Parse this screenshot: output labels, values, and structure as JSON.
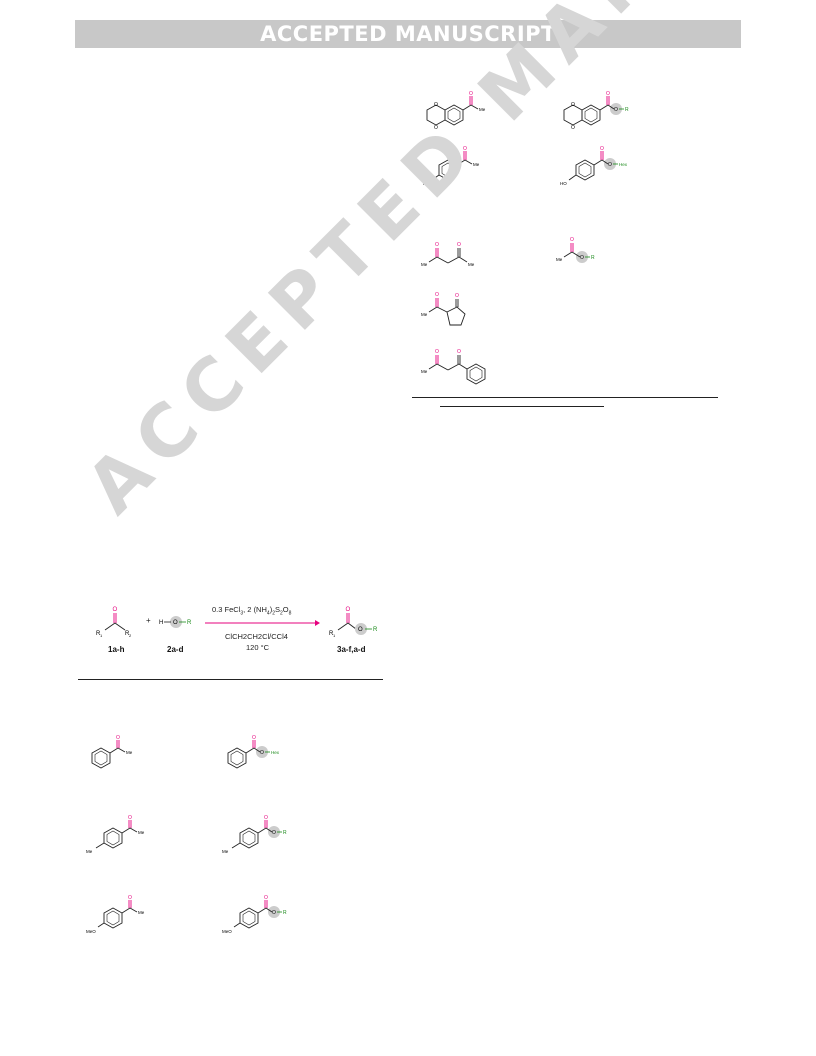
{
  "header": {
    "banner": "ACCEPTED MANUSCRIPT"
  },
  "watermark": {
    "text": "ACCEPTED MANUSCRIPT"
  },
  "scheme": {
    "reactant_ketone": {
      "r1": "R",
      "r1_sub": "1",
      "r2": "R",
      "r2_sub": "2",
      "o": "O"
    },
    "plus": "+",
    "alcohol": {
      "h": "H",
      "o": "O",
      "r": "R"
    },
    "reagents_line1": "0.3 FeCl",
    "reagents_line1b": "3",
    "reagents_line1c": ", 2 (NH",
    "reagents_line1d": "4",
    "reagents_line1e": ")",
    "reagents_line1f": "2",
    "reagents_line1g": "S",
    "reagents_line1h": "2",
    "reagents_line1i": "O",
    "reagents_line1j": "8",
    "solvent": "ClCH2CH2Cl/CCl4",
    "temperature": "120 °C",
    "labels": {
      "ketone": "1a-h",
      "alcohol": "2a-d",
      "product": "3a-f,a-d"
    },
    "product": {
      "r1": "R",
      "r1_sub": "1",
      "o": "O",
      "o2": "O",
      "r": "R"
    }
  },
  "substituents": {
    "me": "Me",
    "hex": "Hex",
    "r": "R",
    "ho": "HO",
    "meo": "MeO",
    "o": "O"
  },
  "colors": {
    "carbonyl": "#e6007e",
    "alkoxy": "#1a8a1a",
    "circle": "#bbbbbb",
    "arrow": "#e6007e"
  }
}
